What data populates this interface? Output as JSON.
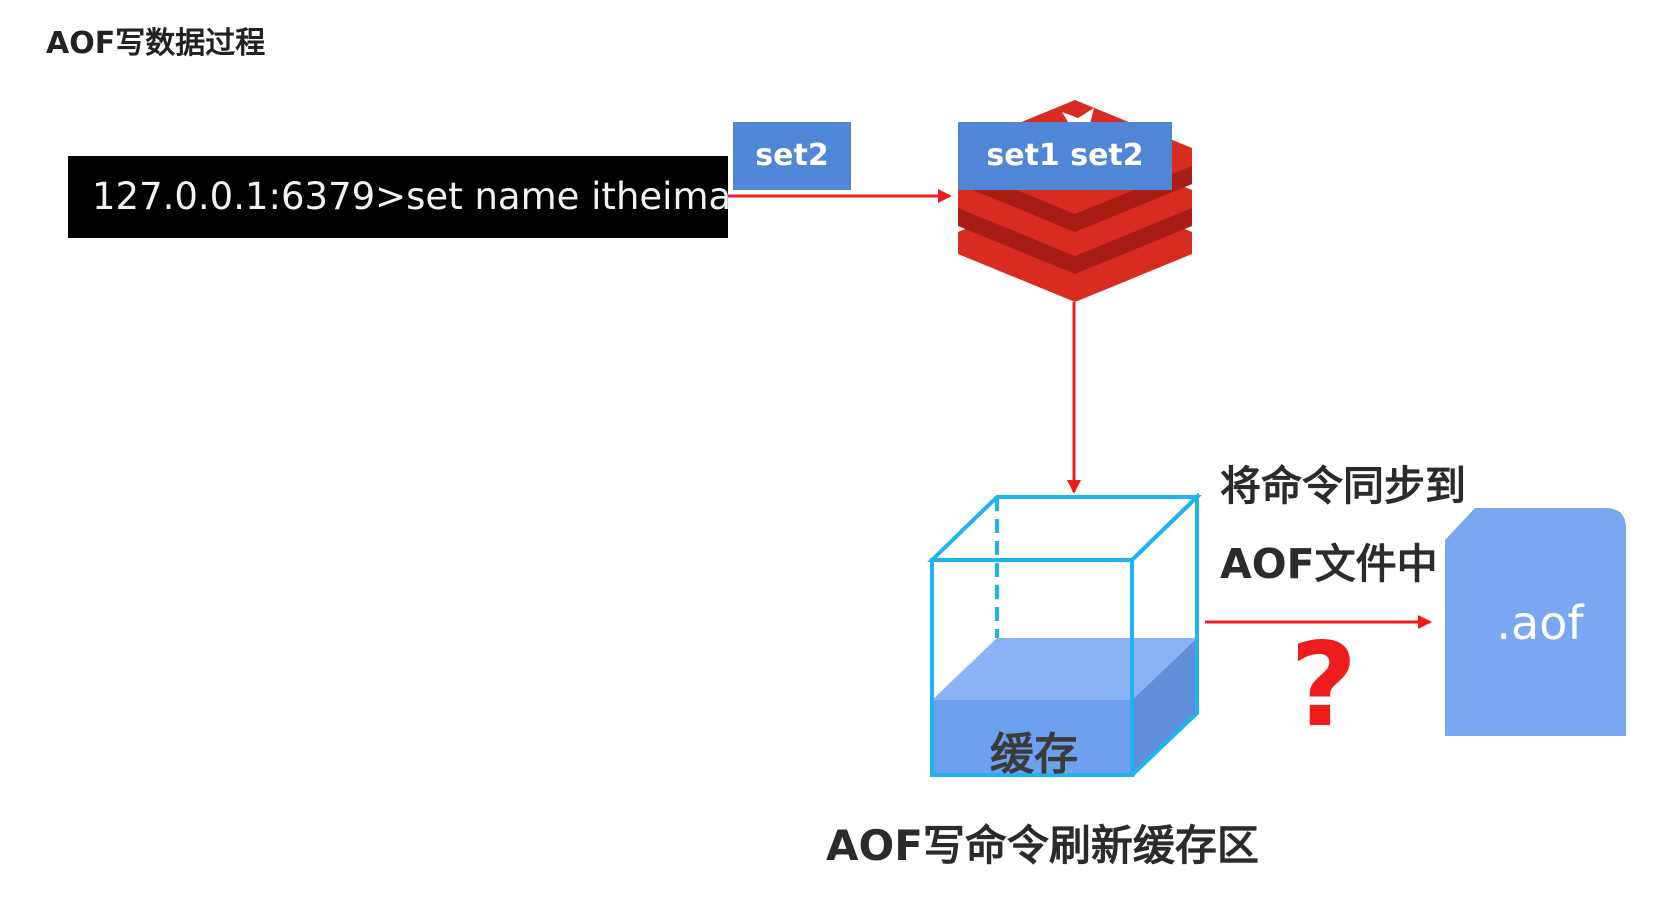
{
  "header": {
    "title": "AOF写数据过程"
  },
  "terminal": {
    "command": "127.0.0.1:6379>set name itheima"
  },
  "command_tag": {
    "label": "set2"
  },
  "redis_server": {
    "icon": "redis-logo-icon",
    "queue_label": "set1 set2"
  },
  "buffer": {
    "label": "缓存",
    "caption": "AOF写命令刷新缓存区"
  },
  "sync": {
    "line1": "将命令同步到",
    "line2": "AOF文件中",
    "question": "?"
  },
  "aof_file": {
    "label": ".aof"
  },
  "colors": {
    "arrow": "#ee1c1c",
    "tag_blue": "#4f86d6",
    "redis_red": "#d82c20",
    "cube_outline": "#1fb3f0",
    "file_blue": "#7aa7f2"
  }
}
